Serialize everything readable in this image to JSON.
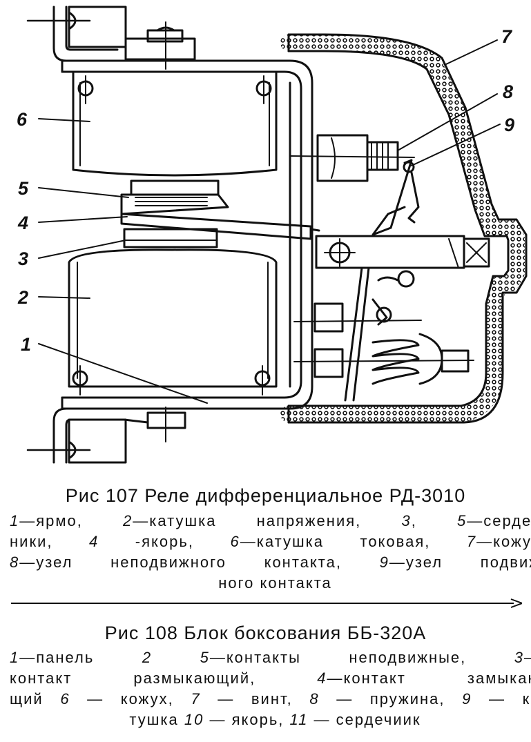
{
  "figure": {
    "labels": [
      "1",
      "2",
      "3",
      "4",
      "5",
      "6",
      "7",
      "8",
      "9"
    ]
  },
  "fig107": {
    "title": "Рис  107  Реле дифференциальное РД-3010",
    "line1": [
      {
        "n": "1",
        "t": "—ярмо, "
      },
      {
        "n": "2",
        "t": "—катушка напряжения, "
      },
      {
        "n": "3",
        "t": ", "
      },
      {
        "n": "5",
        "t": "—сердеч"
      }
    ],
    "line2": [
      {
        "n": "",
        "t": "ники, "
      },
      {
        "n": "4",
        "t": " -якорь, "
      },
      {
        "n": "6",
        "t": "—катушка токовая, "
      },
      {
        "n": "7",
        "t": "—кожух"
      }
    ],
    "line3": [
      {
        "n": "8",
        "t": "—узел неподвижного контакта, "
      },
      {
        "n": "9",
        "t": "—узел подвиж"
      }
    ],
    "line4": "ного контакта"
  },
  "fig108": {
    "title": "Рис  108  Блок боксования ББ-320А",
    "line1": [
      {
        "n": "1",
        "t": "—панель  "
      },
      {
        "n": "2",
        "t": "  "
      },
      {
        "n": "5",
        "t": "—контакты неподвижные, "
      },
      {
        "n": "3",
        "t": "—"
      }
    ],
    "line2": [
      {
        "n": "",
        "t": "контакт  размыкающий,  "
      },
      {
        "n": "4",
        "t": "—контакт  замыкаю"
      }
    ],
    "line3": [
      {
        "n": "",
        "t": "щий  "
      },
      {
        "n": "6",
        "t": " — кожух, "
      },
      {
        "n": "7",
        "t": " — винт, "
      },
      {
        "n": "8",
        "t": " — пружина, "
      },
      {
        "n": "9",
        "t": " — ка"
      }
    ],
    "line4": [
      {
        "n": "",
        "t": "тушка  "
      },
      {
        "n": "10",
        "t": " — якорь, "
      },
      {
        "n": "11",
        "t": " — сердечиик"
      }
    ]
  }
}
